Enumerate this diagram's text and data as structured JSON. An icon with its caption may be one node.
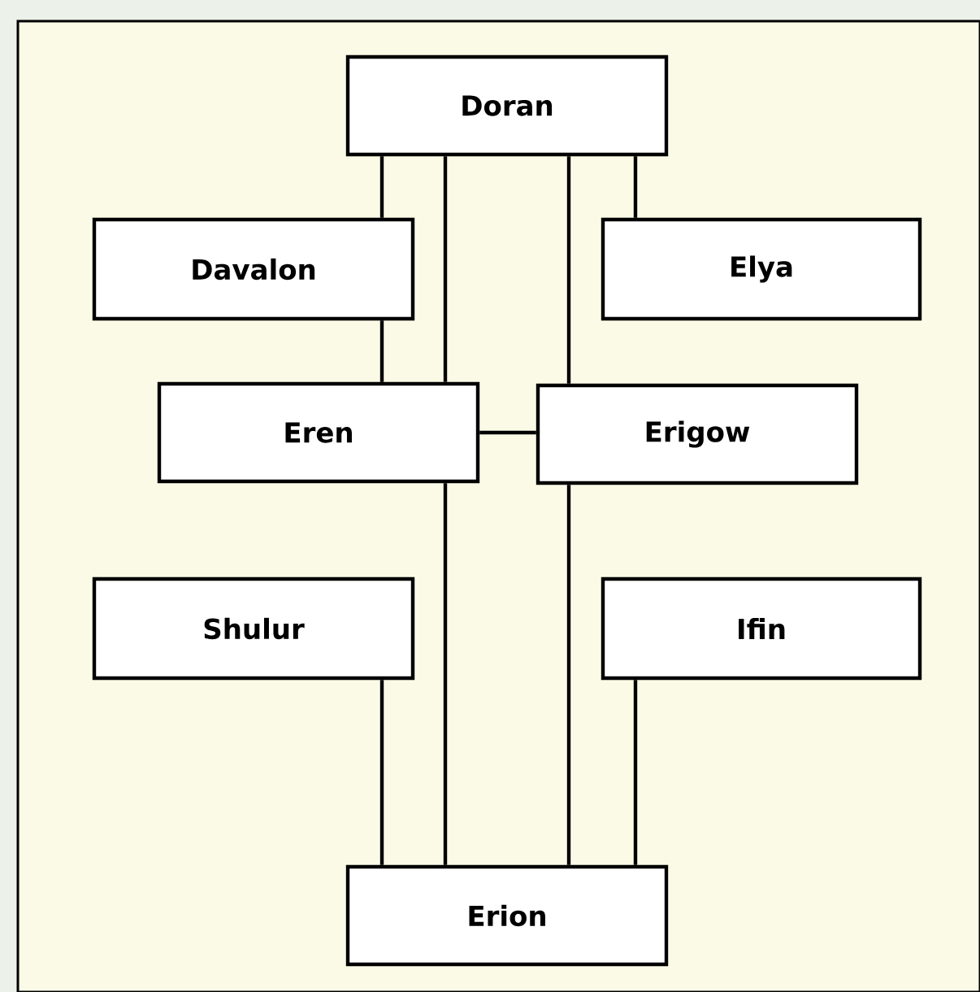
{
  "diagram": {
    "nodes": [
      {
        "text": [
          "Doran"
        ]
      },
      {
        "text": [
          "Davalon"
        ]
      },
      {
        "text": [
          "Elya"
        ]
      },
      {
        "text": [
          "Eren"
        ]
      },
      {
        "text": [
          "Erigow"
        ]
      },
      {
        "text": [
          "Shulur"
        ]
      },
      {
        "text": [
          "Ifin"
        ]
      },
      {
        "text": [
          "Erion"
        ]
      }
    ],
    "edges": [
      {
        "from": 0,
        "to": 1,
        "arrow": "none"
      },
      {
        "from": 0,
        "to": 3,
        "arrow": "none"
      },
      {
        "from": 0,
        "to": 4,
        "arrow": "none"
      },
      {
        "from": 0,
        "to": 2,
        "arrow": "none"
      },
      {
        "from": 1,
        "to": 3,
        "arrow": "none"
      },
      {
        "from": 3,
        "to": 4,
        "arrow": "none"
      },
      {
        "from": 3,
        "to": 7,
        "arrow": "none"
      },
      {
        "from": 4,
        "to": 7,
        "arrow": "none"
      },
      {
        "from": 5,
        "to": 7,
        "arrow": "none"
      },
      {
        "from": 6,
        "to": 7,
        "arrow": "none"
      }
    ]
  }
}
